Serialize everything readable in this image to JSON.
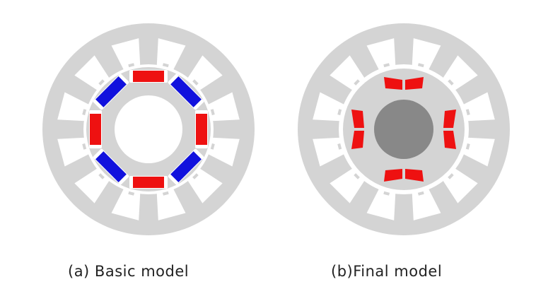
{
  "figures": [
    {
      "caption": "(a) Basic model",
      "model": "basic",
      "magnet_colors": [
        "#ee1111",
        "#1111dd"
      ]
    },
    {
      "caption": "(b)Final model",
      "model": "final",
      "magnet_colors": [
        "#ee1111"
      ]
    }
  ],
  "colors": {
    "steel": "#d4d4d4",
    "shaft": "#888888",
    "gap": "#ffffff",
    "magnet_red": "#ee1111",
    "magnet_blue": "#1111dd"
  },
  "stator_slots": 12
}
